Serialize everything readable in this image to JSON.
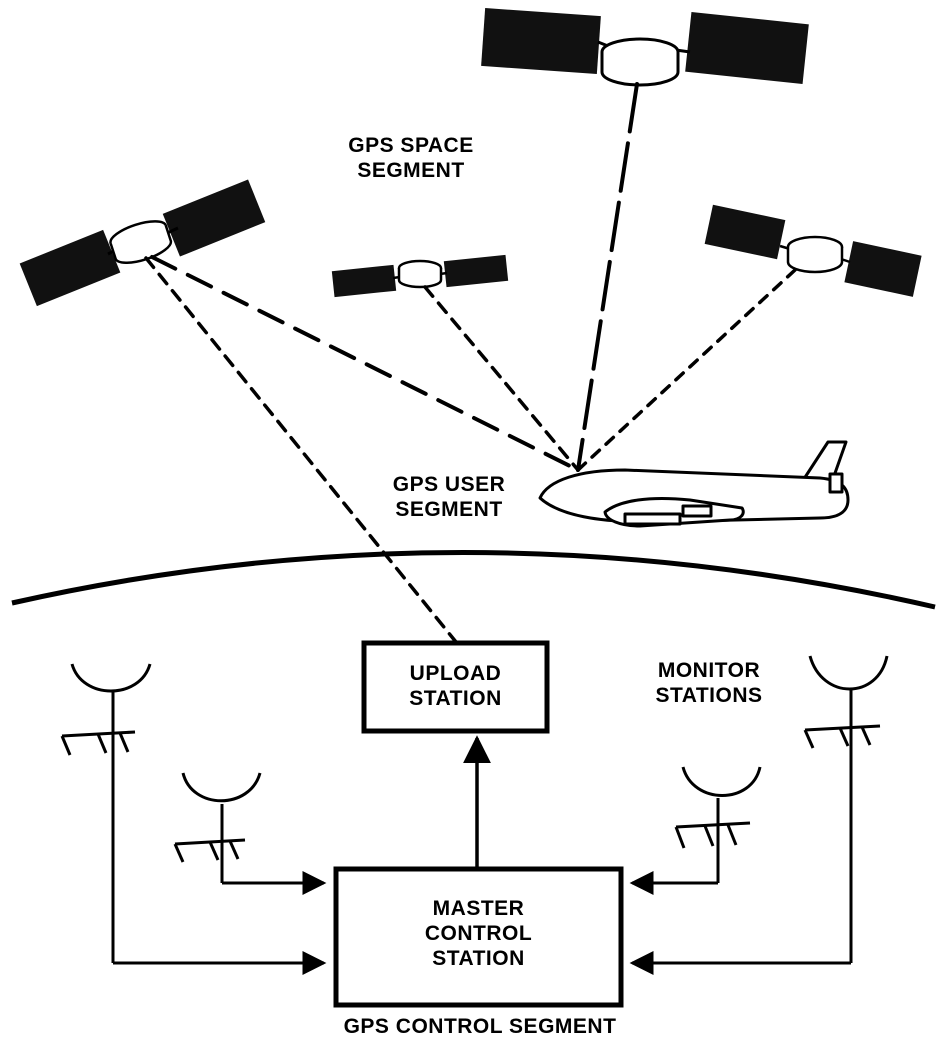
{
  "labels": {
    "space_segment": [
      "GPS SPACE",
      "SEGMENT"
    ],
    "user_segment": [
      "GPS USER",
      "SEGMENT"
    ],
    "upload_station": [
      "UPLOAD",
      "STATION"
    ],
    "monitor_stations": [
      "MONITOR",
      "STATIONS"
    ],
    "master_control_station": [
      "MASTER",
      "CONTROL",
      "STATION"
    ],
    "control_segment": "GPS CONTROL SEGMENT"
  }
}
